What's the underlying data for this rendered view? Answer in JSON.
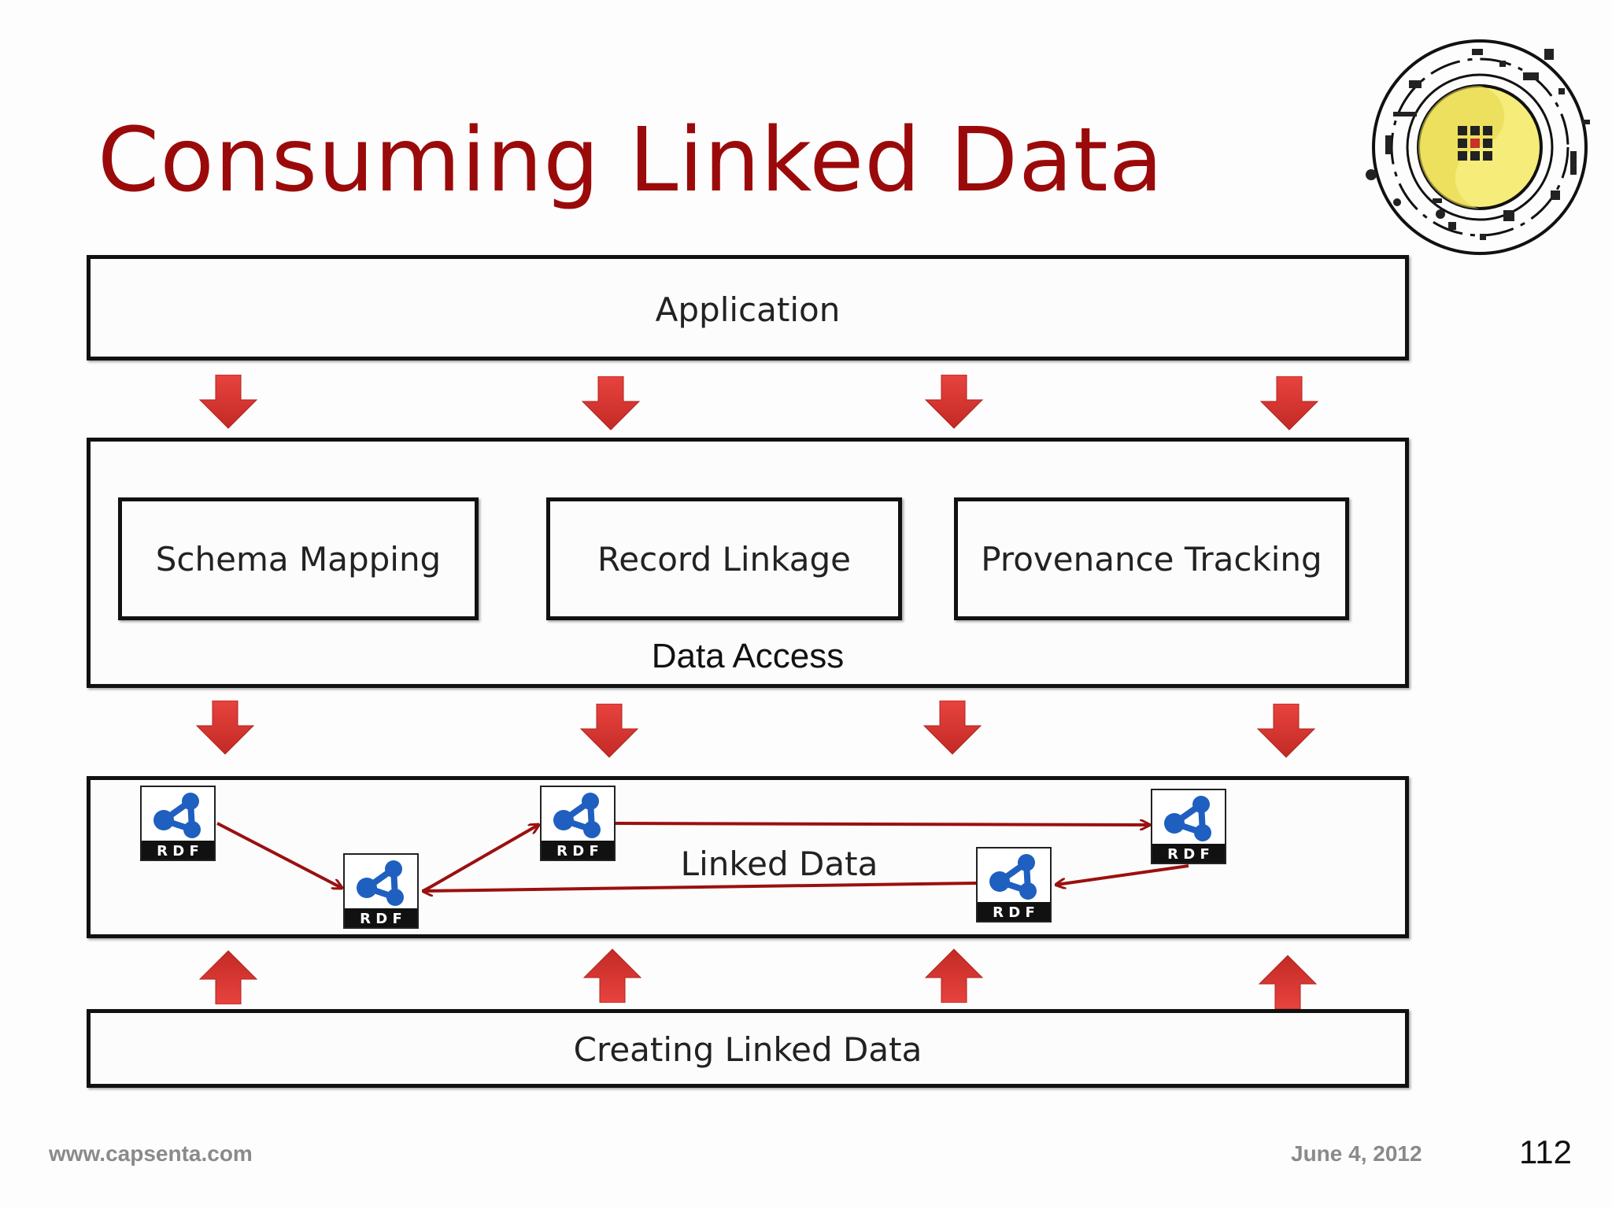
{
  "slide": {
    "title": "Consuming Linked Data",
    "footer_url": "www.capsenta.com",
    "footer_date": "June 4, 2012",
    "page_number": "112"
  },
  "diagram": {
    "application_label": "Application",
    "data_access": {
      "label": "Data Access",
      "components": [
        "Schema Mapping",
        "Record Linkage",
        "Provenance Tracking"
      ]
    },
    "linked_data_label": "Linked Data",
    "creating_label": "Creating Linked Data",
    "rdf_badge_text": "R D F",
    "colors": {
      "title": "#9b0a0a",
      "arrow_fill": "#d9342f",
      "link_line": "#9b1010",
      "rdf_node": "#1f5fbf"
    }
  }
}
